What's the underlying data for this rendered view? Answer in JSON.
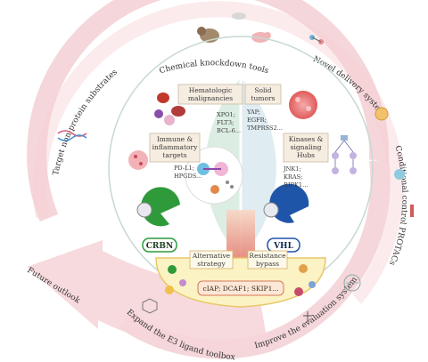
{
  "ring_labels": {
    "top": "Chemical knockdown tools",
    "top_right": "Novel delivery system",
    "right": "Conditional control PROTACs",
    "bottom_right": "Improve the evaluation system",
    "bottom": "Expand the E3 ligand toolbox",
    "left": "Future outlook",
    "top_left": "Target non-protein substrates"
  },
  "left_panel": {
    "e3": "CRBN",
    "box1": {
      "title": [
        "Hematologic",
        "malignancies"
      ],
      "targets": [
        "XPO1;",
        "FLT3;",
        "BCL-6..."
      ]
    },
    "box2": {
      "title": [
        "Immune &",
        "inflammatory",
        "targets"
      ],
      "targets": [
        "PD-L1;",
        "HPGDS..."
      ]
    }
  },
  "right_panel": {
    "e3": "VHL",
    "box1": {
      "title": [
        "Solid",
        "tumors"
      ],
      "targets": [
        "YAP;",
        "EGFR;",
        "TMPRSS2..."
      ]
    },
    "box2": {
      "title": [
        "Kinases &",
        "signaling",
        "Hubs"
      ],
      "targets": [
        "JNK1;",
        "KRAS;",
        "RIPK1..."
      ]
    }
  },
  "bottom_panel": {
    "left_label": [
      "Alternative",
      "strategy"
    ],
    "right_label": [
      "Resistance",
      "bypass"
    ],
    "ligases": "cIAP; DCAF1; SKIP1..."
  },
  "colors": {
    "ring": "#f6d9dc",
    "ring_arrow": "#f2c3c8",
    "inner_left": "#dceee4",
    "inner_right": "#dfecf2",
    "crbn": "#2e9a3a",
    "vhl": "#1f55a8",
    "bottom_panel": "#fbf3c4",
    "ligase_box": "#fde7d6"
  }
}
